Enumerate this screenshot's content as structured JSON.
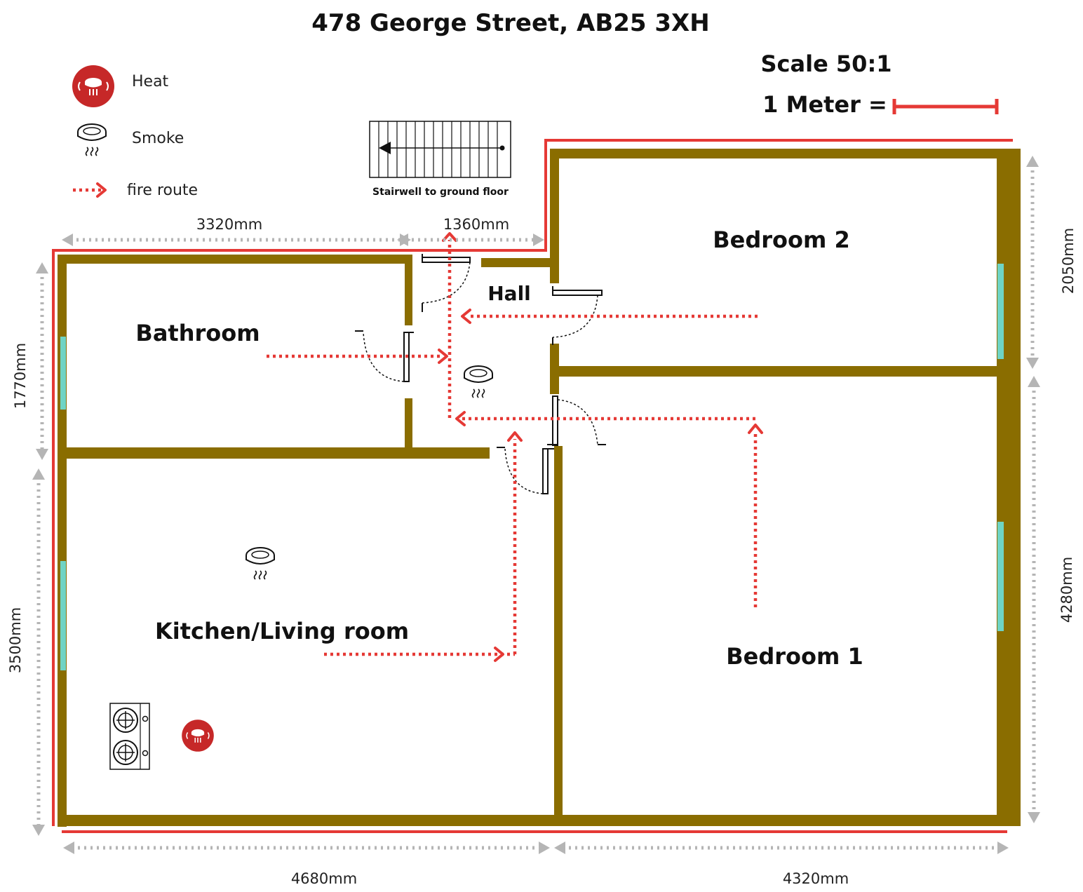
{
  "title": "478 George Street, AB25 3XH",
  "scale": {
    "label": "Scale 50:1",
    "meter_label": "1 Meter ="
  },
  "legend": {
    "heat": "Heat",
    "smoke": "Smoke",
    "fire_route": "fire route"
  },
  "stairwell": {
    "label": "Stairwell to ground floor"
  },
  "rooms": {
    "bedroom2": "Bedroom 2",
    "hall": "Hall",
    "bathroom": "Bathroom",
    "kitchen": "Kitchen/Living room",
    "bedroom1": "Bedroom 1"
  },
  "dimensions": {
    "top_left": "3320mm",
    "top_mid": "1360mm",
    "left_upper": "1770mm",
    "left_lower": "3500mm",
    "right_upper": "2050mm",
    "right_lower": "4280mm",
    "bottom_left": "4680mm",
    "bottom_right": "4320mm"
  },
  "colors": {
    "wall": "#8a6d00",
    "window": "#6fd4c4",
    "fire_route": "#e53935",
    "heat_detector": "#c62828",
    "dimension": "#b5b5b5"
  },
  "icons": {
    "heat": "heat-detector-icon",
    "smoke": "smoke-detector-icon",
    "hob": "hob-icon",
    "stairs": "stairs-icon"
  }
}
